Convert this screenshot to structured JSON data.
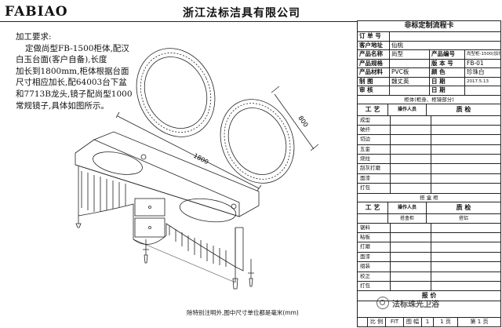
{
  "header": {
    "logo": "FABIAO",
    "company": "浙江法标洁具有限公司"
  },
  "requirements": {
    "heading": "加工要求:",
    "lines": [
      "定做尚型FB-1500柜体,配汉",
      "白玉台面(客户自备),长度",
      "加长到1800mm,柜体根据台面",
      "尺寸相应加长,配64003台下盆",
      "和7713B龙头,镜子配尚型1000",
      "常规镜子,具体如图所示。"
    ]
  },
  "drawing": {
    "dim_length": "1800",
    "dim_mirror": "800"
  },
  "footnote": "除特别注明外,图中尺寸单位都是毫米(mm)",
  "watermark": "法标珠光卫浴",
  "form": {
    "title": "非标定制流程卡",
    "order_no_label": "订 单 号",
    "order_no": "",
    "customer_label": "客户地址",
    "customer": "仙桃",
    "product_name_label": "产品名称",
    "product_name": "尚型",
    "product_no_label": "产品编号",
    "product_no": "尚型柜-1500(加长)",
    "spec_label": "产品规格",
    "spec": "",
    "version_label": "版 本 号",
    "version": "FB-01",
    "material_label": "产品材料",
    "material": "PVC板",
    "color_label": "颜  色",
    "color": "珍珠白",
    "maker_label": "制  图",
    "maker": "魏丈英",
    "date_label": "日  期",
    "date": "2017.5.13",
    "review_label": "审  核",
    "review": "",
    "review_date_label": "日  期",
    "review_date": "",
    "sec1_title": "柜体(柜身、柜镜部分)",
    "col_process": "工 艺",
    "col_person": "操作人员",
    "col_quality": "质 检",
    "sec1_steps": [
      "成型",
      "破纤",
      "切边",
      "五金",
      "烧拄",
      "刮灰打磨",
      "面漆",
      "打包"
    ],
    "sec2_title": "搭 盒 柜",
    "col_person2": "搭盒柜",
    "col_person3": "搭铝",
    "sec2_steps": [
      "锯料",
      "粘板",
      "打磨",
      "面漆",
      "组装",
      "校正",
      "打包"
    ],
    "quote_label": "报 价",
    "bottom": {
      "scale_label": "比 例",
      "scale": "FIT",
      "sheet_label": "图 幅",
      "sheet": "1",
      "pages": "1 页",
      "total": "第 1 页"
    }
  }
}
